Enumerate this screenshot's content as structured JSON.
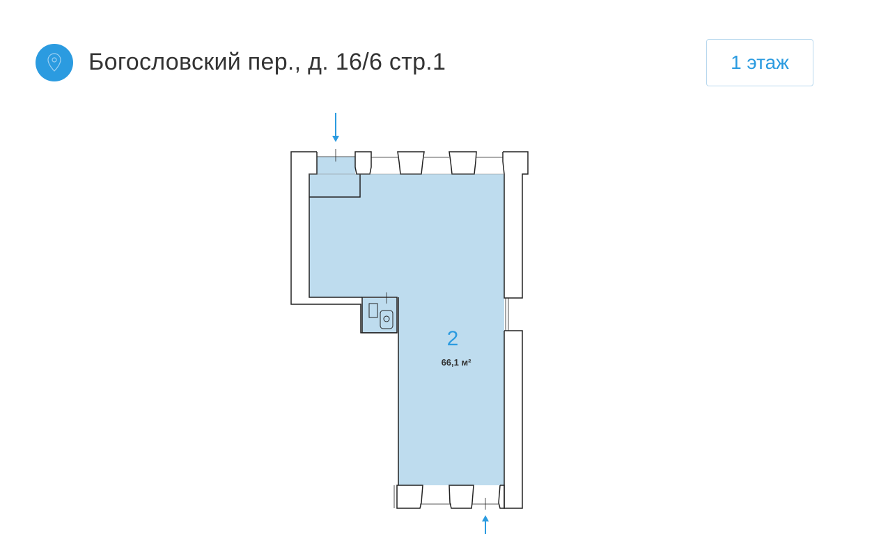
{
  "header": {
    "address": "Богословский пер., д. 16/6 стр.1",
    "logo_icon": "location-pin-icon",
    "floor_button": "1 этаж"
  },
  "plan": {
    "room_number": "2",
    "room_area": "66,1 м²",
    "entrance_icon": "arrow-icon",
    "colors": {
      "room_fill": "#bedcee",
      "accent": "#2b9be0",
      "wall": "#222222"
    }
  }
}
